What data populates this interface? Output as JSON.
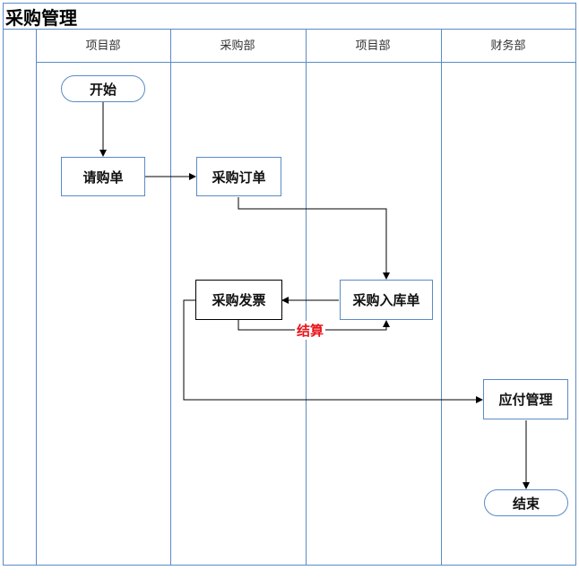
{
  "title": "采购管理",
  "lanes": [
    "项目部",
    "采购部",
    "项目部",
    "财务部"
  ],
  "nodes": {
    "start": "开始",
    "request": "请购单",
    "purchase_order": "采购订单",
    "purchase_invoice": "采购发票",
    "warehouse_receipt": "采购入库单",
    "payable_mgmt": "应付管理",
    "end": "结束"
  },
  "edge_labels": {
    "settlement": "结算"
  },
  "colors": {
    "lane_border": "#5b8bc5",
    "settlement_label": "#e8141b",
    "edge": "#000000"
  }
}
